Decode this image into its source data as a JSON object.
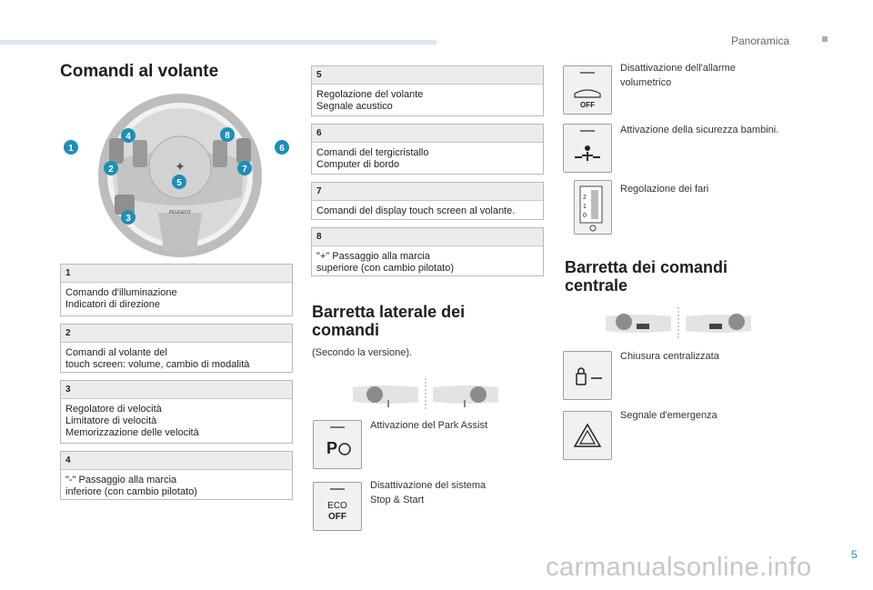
{
  "header": {
    "section": "Panoramica",
    "page_number": "5"
  },
  "watermark": "carmanualsonline.info",
  "left": {
    "title": "Comandi al volante",
    "callouts": [
      "1",
      "2",
      "3",
      "4",
      "5",
      "6",
      "7",
      "8"
    ],
    "boxes": [
      {
        "num": "1",
        "lines": [
          "Comando d'illuminazione",
          "Indicatori di direzione"
        ]
      },
      {
        "num": "2",
        "lines": [
          "Comandi al volante del",
          "touch screen: volume, cambio di modalità"
        ]
      },
      {
        "num": "3",
        "lines": [
          "Regolatore di velocità",
          "Limitatore di velocità",
          "Memorizzazione delle velocità"
        ]
      },
      {
        "num": "4",
        "lines": [
          "\"-\" Passaggio alla marcia",
          "inferiore (con cambio pilotato)"
        ]
      }
    ]
  },
  "middle": {
    "boxes": [
      {
        "num": "5",
        "lines": [
          "Regolazione del volante",
          "Segnale acustico"
        ]
      },
      {
        "num": "6",
        "lines": [
          "Comandi del tergicristallo",
          "Computer di bordo"
        ]
      },
      {
        "num": "7",
        "lines": [
          "Comandi del display touch screen al volante."
        ]
      },
      {
        "num": "8",
        "lines": [
          "\"+\" Passaggio alla marcia",
          "superiore (con cambio pilotato)"
        ]
      }
    ],
    "side_title": [
      "Barretta laterale dei",
      "comandi"
    ],
    "note": "(Secondo la versione).",
    "items": [
      {
        "label_lines": [
          "Attivazione del Park Assist"
        ],
        "icon": "park-assist-icon",
        "icon_text": "P"
      },
      {
        "label_lines": [
          "Disattivazione del sistema",
          "Stop & Start"
        ],
        "icon": "eco-off-icon",
        "icon_text": [
          "ECO",
          "OFF"
        ]
      }
    ]
  },
  "right": {
    "items_top": [
      {
        "label_lines": [
          "Disattivazione dell'allarme",
          "volumetrico"
        ],
        "icon": "alarm-off-icon",
        "icon_text": "OFF"
      },
      {
        "label_lines": [
          "Attivazione della sicurezza bambini."
        ],
        "icon": "child-lock-icon"
      },
      {
        "label_lines": [
          "Regolazione dei fari"
        ],
        "icon": "headlamp-adjust-icon",
        "icon_text": [
          "2",
          "1",
          "0"
        ]
      }
    ],
    "center_title": [
      "Barretta dei comandi",
      "centrale"
    ],
    "items_bottom": [
      {
        "label_lines": [
          "Chiusura centralizzata"
        ],
        "icon": "central-lock-icon"
      },
      {
        "label_lines": [
          "Segnale d'emergenza"
        ],
        "icon": "hazard-icon"
      }
    ]
  },
  "colors": {
    "accent": "#1f8db8",
    "callout": "#1f8db8",
    "box_header": "#ececec"
  }
}
